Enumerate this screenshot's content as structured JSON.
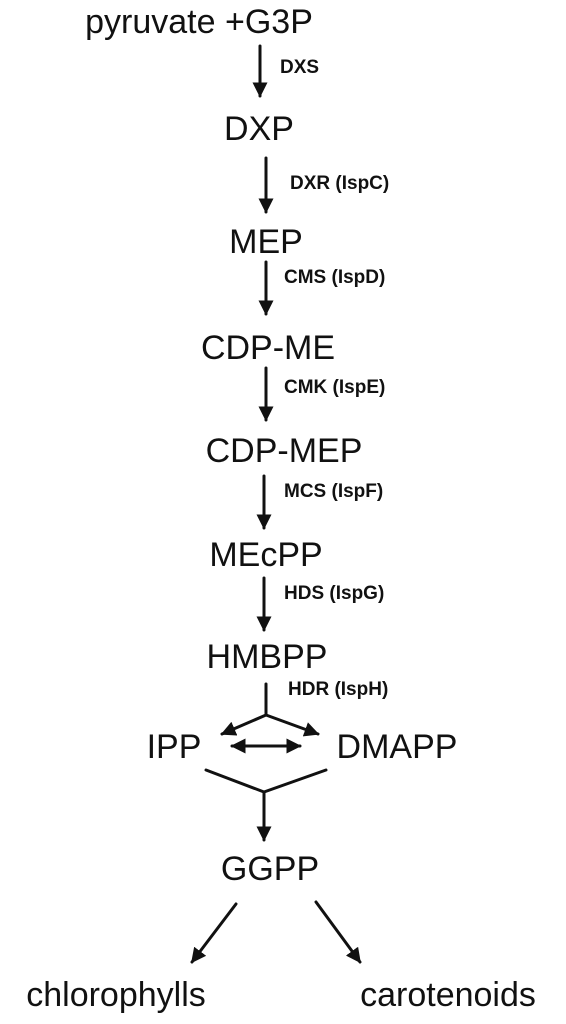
{
  "diagram": {
    "metabolites": {
      "pyruvate_g3p": "pyruvate +G3P",
      "dxp": "DXP",
      "mep": "MEP",
      "cdp_me": "CDP-ME",
      "cdp_mep": "CDP-MEP",
      "mecpp": "MEcPP",
      "hmbpp": "HMBPP",
      "ipp": "IPP",
      "dmapp": "DMAPP",
      "ggpp": "GGPP",
      "chlorophylls": "chlorophylls",
      "carotenoids": "carotenoids"
    },
    "enzymes": {
      "dxs": "DXS",
      "dxr": "DXR (IspC)",
      "cms": "CMS (IspD)",
      "cmk": "CMK (IspE)",
      "mcs": "MCS (IspF)",
      "hds": "HDS (IspG)",
      "hdr": "HDR (IspH)"
    },
    "colors": {
      "ink": "#111111",
      "background": "#ffffff"
    }
  }
}
